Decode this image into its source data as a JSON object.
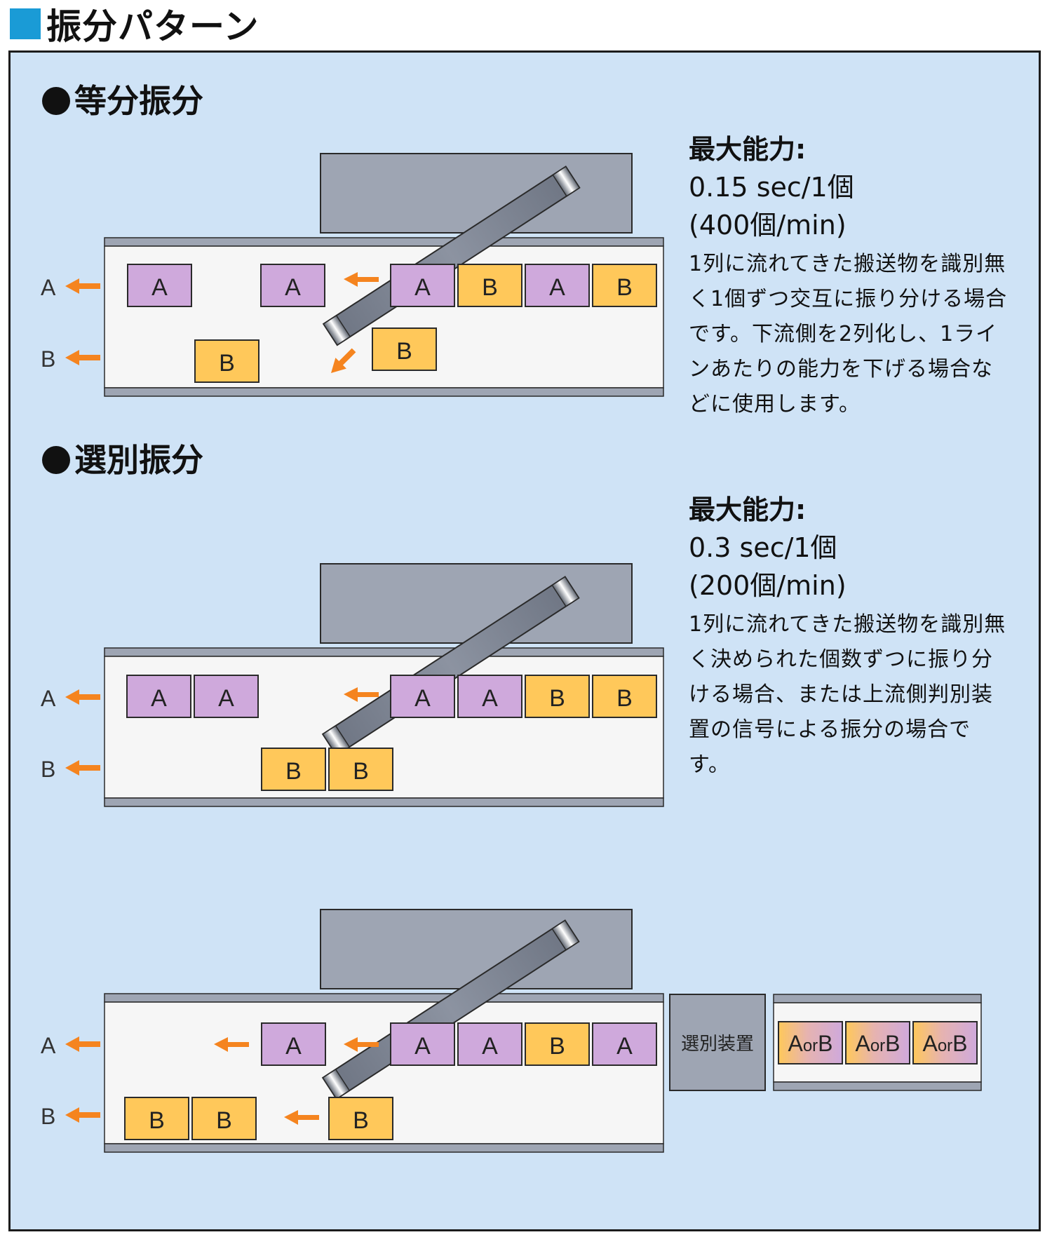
{
  "header": {
    "title": "振分パターン",
    "accent_color": "#1a9bd6"
  },
  "colors": {
    "box_a": "#cfa9dc",
    "box_b": "#ffc85a",
    "arrow": "#f5841f",
    "machine": "#9ea5b3",
    "panel": "#cfe3f6"
  },
  "sections": [
    {
      "title": "等分振分",
      "capacity_label": "最大能力:",
      "capacity_time": "0.15 sec/1個",
      "capacity_rate": "(400個/min)",
      "description": "1列に流れてきた搬送物を識別無く1個ずつ交互に振り分ける場合です。下流側を2列化し、1ラインあたりの能力を下げる場合などに使用します。"
    },
    {
      "title": "選別振分",
      "capacity_label": "最大能力:",
      "capacity_time": "0.3 sec/1個",
      "capacity_rate": "(200個/min)",
      "description": "1列に流れてきた搬送物を識別無く決められた個数ずつに振り分ける場合、または上流側判別装置の信号による振分の場合です。"
    }
  ],
  "diagrams": [
    {
      "lane_labels": [
        "A",
        "B"
      ],
      "top_boxes": [
        "A",
        "A",
        "A",
        "B",
        "A",
        "B"
      ],
      "bottom_boxes": [
        "B",
        "B"
      ]
    },
    {
      "lane_labels": [
        "A",
        "B"
      ],
      "top_boxes": [
        "A",
        "A",
        "A",
        "A",
        "B",
        "B"
      ],
      "bottom_boxes": [
        "B",
        "B"
      ]
    },
    {
      "lane_labels": [
        "A",
        "B"
      ],
      "top_boxes": [
        "A",
        "A",
        "A",
        "B",
        "A"
      ],
      "bottom_boxes": [
        "B",
        "B",
        "B"
      ],
      "sorter_label": "選別装置",
      "upstream_boxes": [
        {
          "a": "A",
          "or": "or",
          "b": "B"
        },
        {
          "a": "A",
          "or": "or",
          "b": "B"
        },
        {
          "a": "A",
          "or": "or",
          "b": "B"
        }
      ]
    }
  ]
}
